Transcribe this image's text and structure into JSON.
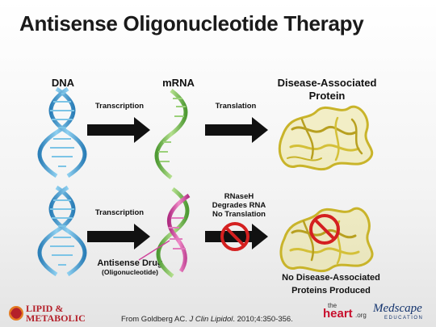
{
  "slide": {
    "title": "Antisense Oligonucleotide Therapy",
    "headers": {
      "dna": "DNA",
      "mrna": "mRNA",
      "protein_line1": "Disease-Associated",
      "protein_line2": "Protein"
    },
    "row1": {
      "transcription": "Transcription",
      "translation": "Translation"
    },
    "row2": {
      "transcription": "Transcription",
      "rnaseh_line1": "RNaseH",
      "rnaseh_line2": "Degrades RNA",
      "rnaseh_line3": "No Translation",
      "drug_line1": "Antisense Drug",
      "drug_line2": "(Oligonucleotide)",
      "result_line1": "No Disease-Associated",
      "result_line2": "Proteins Produced"
    }
  },
  "footer": {
    "citation_prefix": "From Goldberg AC. ",
    "citation_journal": "J Clin Lipidol",
    "citation_suffix": ". 2010;4:350-356.",
    "logo_left_line1": "LIPID &",
    "logo_left_line2": "METABOLIC",
    "logo_heart_top": "the",
    "logo_heart_main": "heart",
    "logo_heart_suffix": ".org",
    "logo_ms_main": "Medscape",
    "logo_ms_sub": "EDUCATION"
  },
  "colors": {
    "dna_blue": "#4fa6d6",
    "mrna_green": "#7fbf5a",
    "antisense_magenta": "#d0459c",
    "protein_gold": "#c9b42a",
    "no_sign_red": "#d42020",
    "arrow": "#111111"
  },
  "icons": [
    "dna-helix-icon",
    "mrna-helix-icon",
    "protein-icon",
    "no-sign-icon",
    "arrow-icon"
  ]
}
